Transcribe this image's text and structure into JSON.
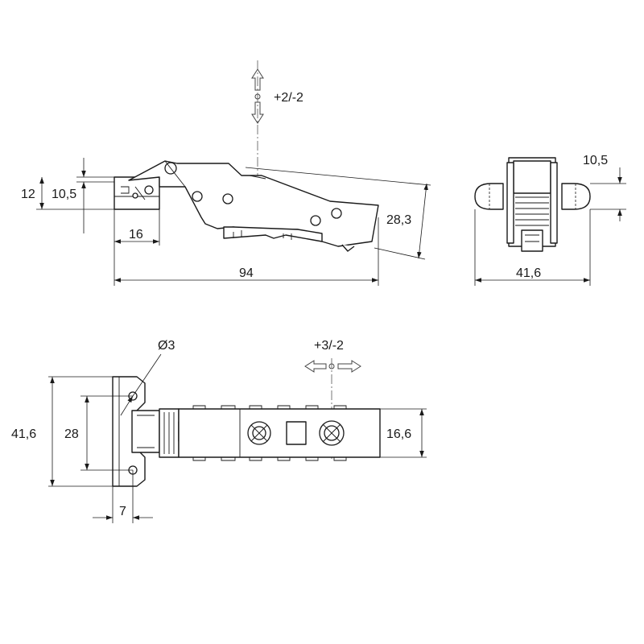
{
  "colors": {
    "line": "#1a1a1a",
    "background": "#ffffff",
    "centerline": "#555555"
  },
  "side_view": {
    "adjust_vertical": "+2/-2",
    "dim_height_total": "12",
    "dim_height_cup": "10,5",
    "dim_cup_width": "16",
    "dim_length": "94",
    "dim_arm_height": "28,3"
  },
  "front_view": {
    "dim_offset": "10,5",
    "dim_width": "41,6"
  },
  "top_view": {
    "dim_hole_diameter": "Ø3",
    "adjust_horizontal": "+3/-2",
    "dim_width": "41,6",
    "dim_hole_spacing": "28",
    "dim_arm_width": "16,6",
    "dim_hole_offset": "7"
  }
}
